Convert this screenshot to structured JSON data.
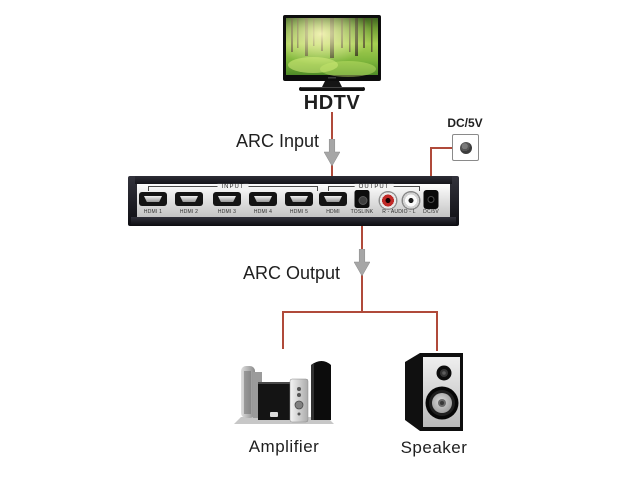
{
  "tv": {
    "label": "HDTV"
  },
  "annotations": {
    "arc_input": "ARC Input",
    "arc_output": "ARC Output"
  },
  "power_adapter": {
    "label": "DC/5V"
  },
  "device": {
    "input_group_label": "INPUT",
    "output_group_label": "OUTPUT",
    "input_ports": [
      "HDMI 1",
      "HDMI 2",
      "HDMI 3",
      "HDMI 4",
      "HDMI 5"
    ],
    "output_ports": [
      "HDMI",
      "TOSLINK",
      "R - AUDIO - L",
      "DC/5V"
    ]
  },
  "sinks": {
    "amplifier_label": "Amplifier",
    "speaker_label": "Speaker"
  },
  "colors": {
    "connection_line": "#b04a3a",
    "arrow_gray": "#a6a6a6"
  }
}
